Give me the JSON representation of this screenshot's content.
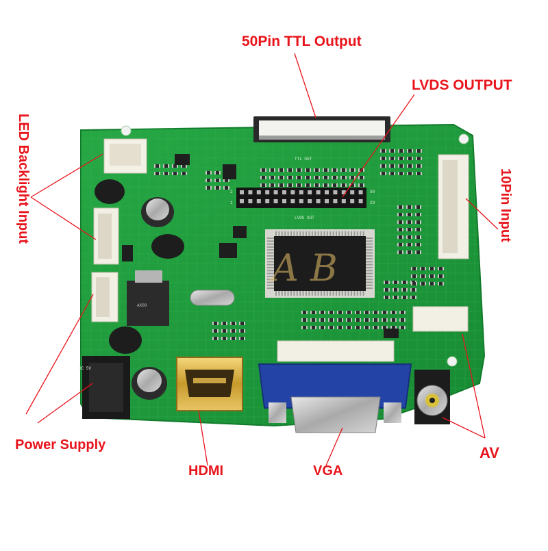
{
  "labels": {
    "ttl_output": "50Pin TTL Output",
    "lvds_output": "LVDS OUTPUT",
    "led_backlight": "LED Backlight Input",
    "tenpin_input": "10Pin  Input",
    "power_supply": "Power Supply",
    "hdmi": "HDMI",
    "vga": "VGA",
    "av": "AV"
  },
  "board_silkscreen": {
    "ttl_out": "TTL OUT",
    "lvds_out": "LVDS OUT",
    "dc_in": "DC 5V",
    "pin_1": "1",
    "pin_2": "2",
    "pin_29": "29",
    "pin_30": "30",
    "chip_marking": "AX09"
  },
  "watermark": "A B",
  "colors": {
    "label_red": "#e8141b",
    "pcb_green": "#1f9a3c",
    "vga_blue": "#2443a6"
  }
}
